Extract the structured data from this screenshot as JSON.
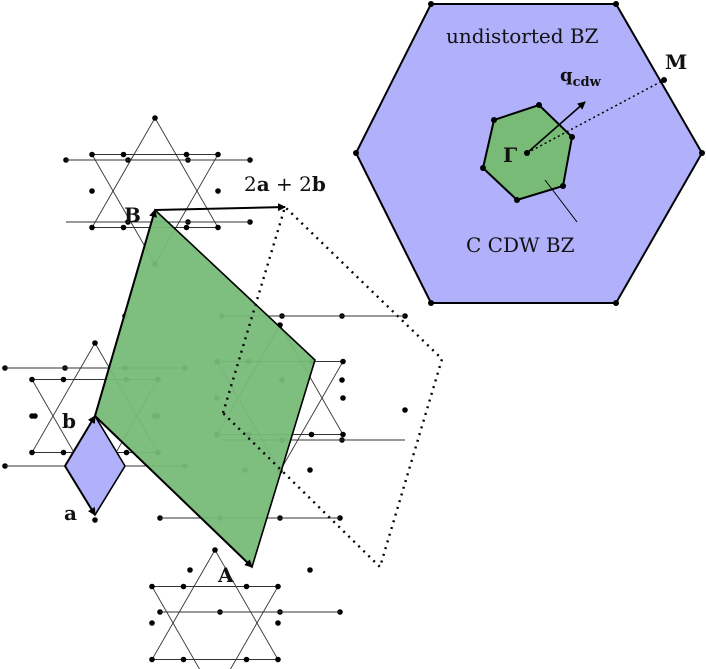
{
  "colors": {
    "bz_fill": "#b0b0fb",
    "cdw_fill": "#77bb77",
    "unit_cell_fill": "#b0b0fb",
    "outline": "#000000"
  },
  "labels": {
    "undistorted_bz": "undistorted BZ",
    "cdw_bz": "C CDW BZ",
    "gamma": "Γ",
    "m_point": "M",
    "q_main": "q",
    "q_sub": "cdw",
    "vec_a": "a",
    "vec_b": "b",
    "vec_A": "A",
    "vec_B": "B",
    "shift_2": "2",
    "shift_plus": " + 2",
    "shift_a": "a",
    "shift_b": "b"
  }
}
